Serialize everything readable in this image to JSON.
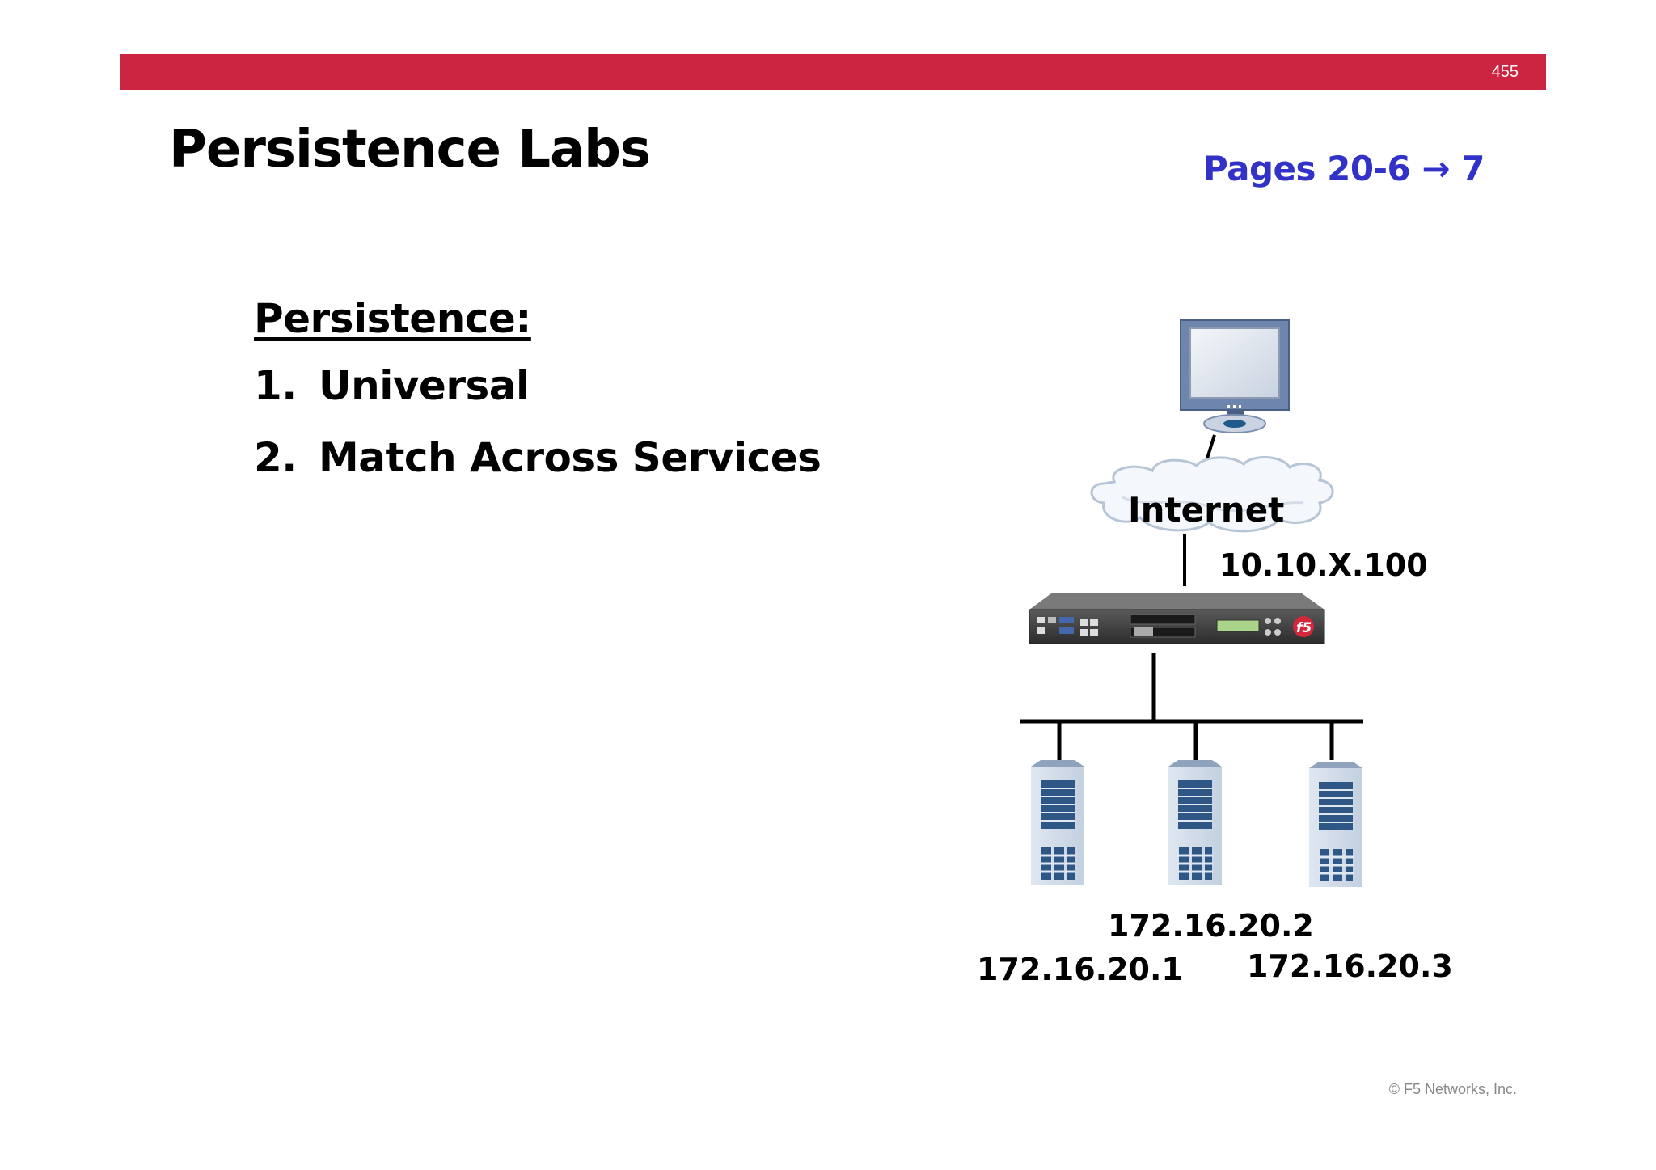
{
  "header": {
    "page_number": "455",
    "accent_color": "#cc2542"
  },
  "title": "Persistence Labs",
  "pages_ref": "Pages 20-6 → 7",
  "pages_ref_color": "#3232c8",
  "content": {
    "heading": "Persistence:",
    "items": [
      {
        "num": "1.",
        "label": "Universal"
      },
      {
        "num": "2.",
        "label": "Match Across Services"
      }
    ]
  },
  "diagram": {
    "cloud_label": "Internet",
    "virtual_ip": "10.10.X.100",
    "servers": [
      {
        "ip": "172.16.20.1",
        "icon": "server-icon"
      },
      {
        "ip": "172.16.20.2",
        "icon": "server-icon"
      },
      {
        "ip": "172.16.20.3",
        "icon": "server-icon"
      }
    ],
    "client_icon": "monitor-icon",
    "device_icon": "f5-bigip-appliance-icon"
  },
  "footer": {
    "copyright": "© F5 Networks, Inc."
  }
}
